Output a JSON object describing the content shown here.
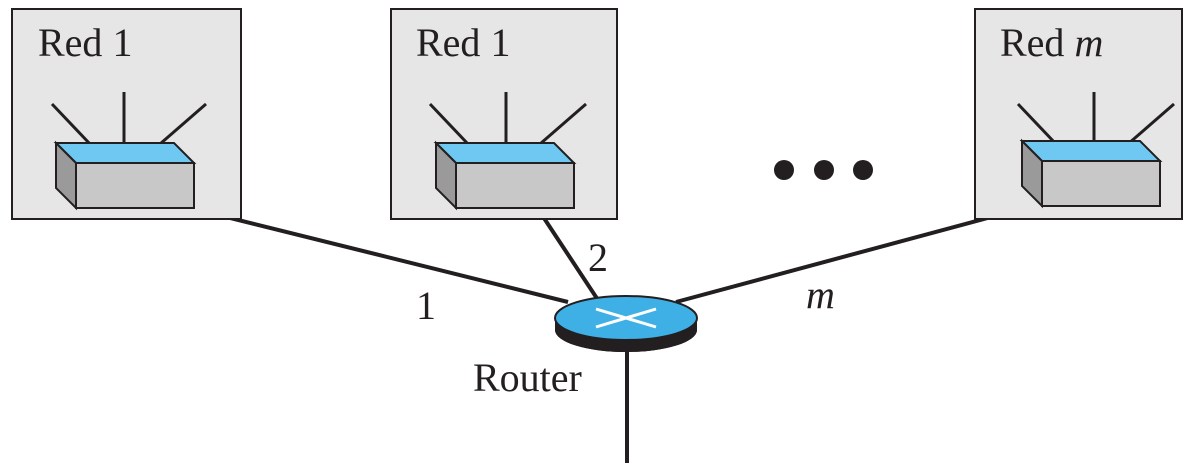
{
  "networks": [
    {
      "id": "net-1a",
      "label_prefix": "Red",
      "label_suffix": "1",
      "suffix_italic": false
    },
    {
      "id": "net-1b",
      "label_prefix": "Red",
      "label_suffix": "1",
      "suffix_italic": false
    },
    {
      "id": "net-m",
      "label_prefix": "Red",
      "label_suffix": "m",
      "suffix_italic": true
    }
  ],
  "ports": [
    {
      "label": "1",
      "italic": false
    },
    {
      "label": "2",
      "italic": false
    },
    {
      "label": "m",
      "italic": true
    }
  ],
  "router": {
    "label": "Router"
  },
  "ellipsis": {
    "dot_count": 3
  },
  "colors": {
    "box_fill": "#e6e6e6",
    "switch_top": "#6fc8f2",
    "switch_body": "#c8c8c8",
    "router_fill": "#3fb0e6",
    "line": "#231f20"
  }
}
